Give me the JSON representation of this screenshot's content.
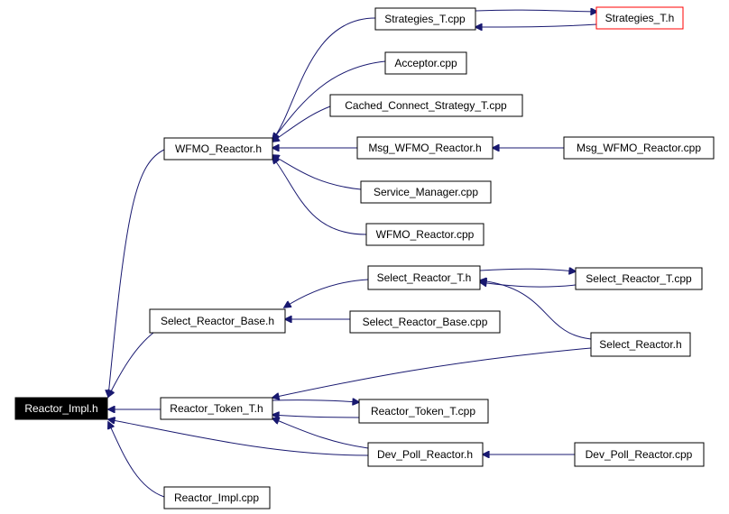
{
  "diagram": {
    "colors": {
      "edge": "#191970",
      "root_fill": "#000000",
      "node_fill": "#ffffff",
      "highlight_border": "#ff0000"
    },
    "nodes": {
      "reactor_impl_h": "Reactor_Impl.h",
      "wfmo_reactor_h": "WFMO_Reactor.h",
      "select_reactor_base_h": "Select_Reactor_Base.h",
      "reactor_token_t_h": "Reactor_Token_T.h",
      "reactor_impl_cpp": "Reactor_Impl.cpp",
      "strategies_t_cpp": "Strategies_T.cpp",
      "strategies_t_h": "Strategies_T.h",
      "acceptor_cpp": "Acceptor.cpp",
      "cached_connect_strategy_t_cpp": "Cached_Connect_Strategy_T.cpp",
      "msg_wfmo_reactor_h": "Msg_WFMO_Reactor.h",
      "msg_wfmo_reactor_cpp": "Msg_WFMO_Reactor.cpp",
      "service_manager_cpp": "Service_Manager.cpp",
      "wfmo_reactor_cpp": "WFMO_Reactor.cpp",
      "select_reactor_t_h": "Select_Reactor_T.h",
      "select_reactor_t_cpp": "Select_Reactor_T.cpp",
      "select_reactor_base_cpp": "Select_Reactor_Base.cpp",
      "select_reactor_h": "Select_Reactor.h",
      "reactor_token_t_cpp": "Reactor_Token_T.cpp",
      "dev_poll_reactor_h": "Dev_Poll_Reactor.h",
      "dev_poll_reactor_cpp": "Dev_Poll_Reactor.cpp"
    }
  }
}
